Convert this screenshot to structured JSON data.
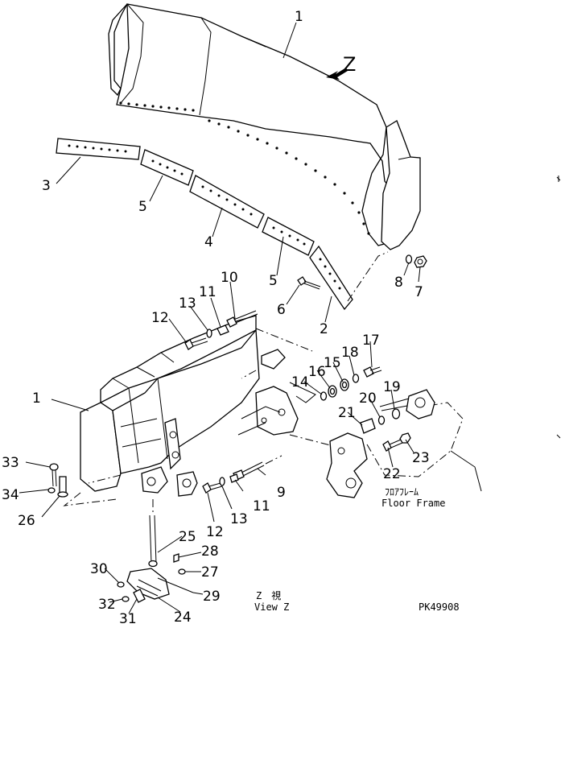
{
  "callouts": [
    "1",
    "1",
    "2",
    "3",
    "4",
    "5",
    "5",
    "6",
    "7",
    "8",
    "9",
    "10",
    "11",
    "11",
    "12",
    "12",
    "13",
    "13",
    "14",
    "15",
    "16",
    "17",
    "18",
    "19",
    "20",
    "21",
    "22",
    "23",
    "24",
    "25",
    "26",
    "27",
    "28",
    "29",
    "30",
    "31",
    "32",
    "33",
    "34"
  ],
  "view_arrow_label": "Z",
  "floor_frame_jp": "ﾌﾛｱﾌﾚｰﾑ",
  "floor_frame_en": "Floor Frame",
  "view_z_jp": "Z　視",
  "view_z_en": "View Z",
  "drawing_code": "PK49908"
}
